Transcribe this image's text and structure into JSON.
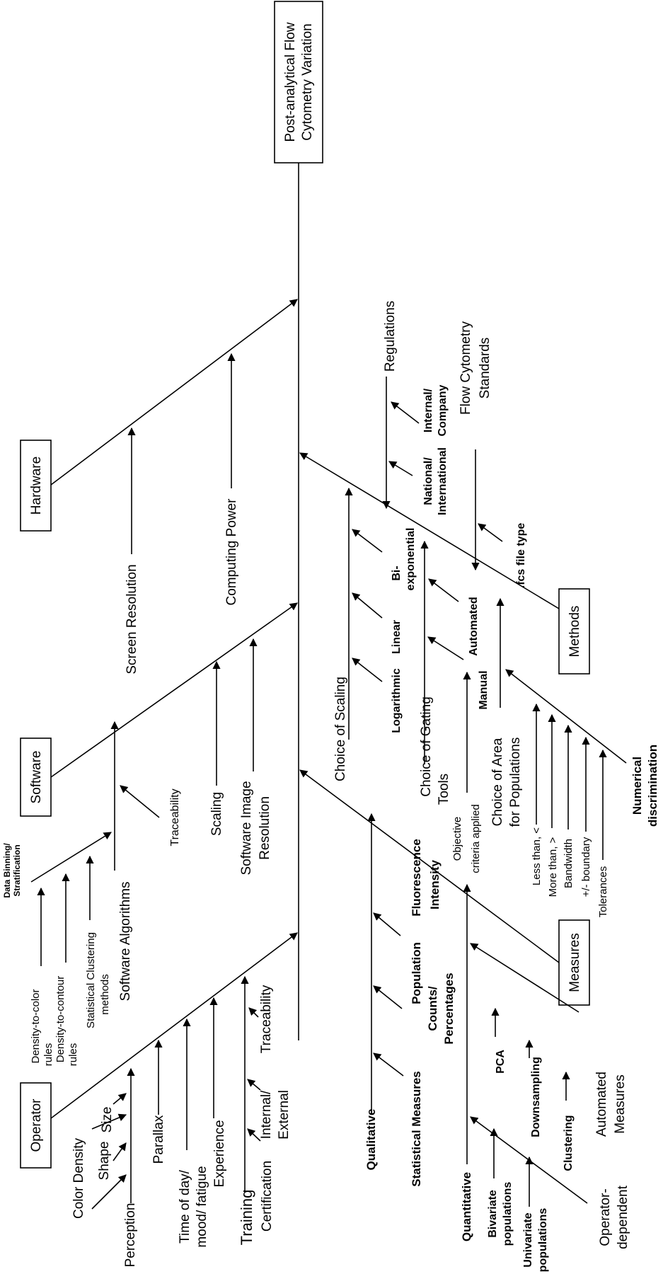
{
  "effect": [
    "Post-analytical Flow",
    "Cytometry Variation"
  ],
  "categories": {
    "hardware": "Hardware",
    "software": "Software",
    "operator": "Operator",
    "methods": "Methods",
    "measures": "Measures"
  },
  "hardware": {
    "screen_resolution": "Screen Resolution",
    "computing_power": "Computing Power"
  },
  "software": {
    "software_algorithms": "Software Algorithms",
    "data_binning": [
      "Data Binning/",
      "Stratification"
    ],
    "density_to_color": [
      "Density-to-color",
      "rules"
    ],
    "density_to_contour": [
      "Density-to-contour",
      "rules"
    ],
    "statistical_clustering": [
      "Statistical Clustering",
      "methods"
    ],
    "traceability": "Traceability",
    "scaling": "Scaling",
    "software_image_resolution": [
      "Software Image",
      "Resolution"
    ]
  },
  "operator": {
    "perception": "Perception",
    "color_density": "Color Density",
    "shape": "Shape",
    "size": "Size",
    "parallax": "Parallax",
    "time_of_day": [
      "Time of day/",
      "mood/ fatigue"
    ],
    "experience": "Experience",
    "training": "Training",
    "certification": "Certification",
    "internal_external": [
      "Internal/",
      "External"
    ],
    "traceability": "Traceability"
  },
  "methods": {
    "regulations": "Regulations",
    "national_international": [
      "National/",
      "International"
    ],
    "internal_company": [
      "Internal/",
      "Company"
    ],
    "fc_standards": [
      "Flow Cytometry",
      "Standards"
    ],
    "fcs_file_type": ".fcs file type",
    "choice_of_scaling": "Choice of Scaling",
    "logarithmic": "Logarithmic",
    "linear": "Linear",
    "bi_exponential": [
      "Bi-",
      "exponential"
    ],
    "choice_of_gating_tools": [
      "Choice of Gating",
      "Tools"
    ],
    "automated": "Automated",
    "manual": "Manual",
    "objective_criteria": [
      "Objective",
      "criteria applied"
    ],
    "choice_of_area": [
      "Choice of Area",
      "for Populations"
    ],
    "less_than": "Less than, <",
    "more_than": "More than, >",
    "bandwidth": "Bandwidth",
    "boundary": "+/- boundary",
    "tolerances": "Tolerances",
    "numerical_discrimination": [
      "Numerical",
      "discrimination"
    ]
  },
  "measures": {
    "qualitative": "Qualitative",
    "statistical_measures": "Statistical Measures",
    "population_counts": [
      "Population",
      "Counts/",
      "Percentages"
    ],
    "fluorescence_intensity": [
      "Fluorescence",
      "Intensity"
    ],
    "quantitative": "Quantitative",
    "bivariate": [
      "Bivariate",
      "populations"
    ],
    "univariate": [
      "Univariate",
      "populations"
    ],
    "operator_dependent": [
      "Operator-",
      "dependent"
    ],
    "pca": "PCA",
    "downsampling": "Downsampling",
    "clustering": "Clustering",
    "automated_measures": [
      "Automated",
      "Measures"
    ]
  }
}
